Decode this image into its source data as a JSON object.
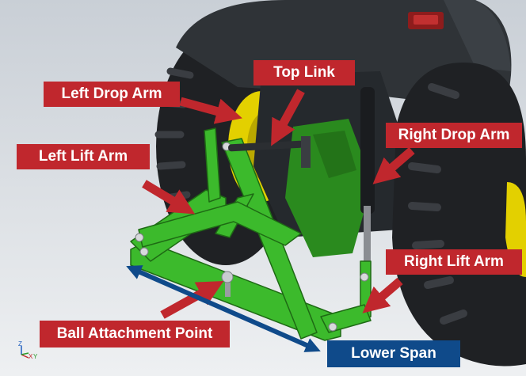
{
  "labels": {
    "top_link": "Top Link",
    "left_drop_arm": "Left Drop Arm",
    "right_drop_arm": "Right Drop Arm",
    "left_lift_arm": "Left Lift Arm",
    "right_lift_arm": "Right Lift Arm",
    "ball_attachment_point": "Ball Attachment Point",
    "lower_span": "Lower Span"
  },
  "axis_gizmo": {
    "z": "Z",
    "x": "X",
    "y": "Y"
  },
  "colors": {
    "label_red": "#c0272d",
    "label_blue": "#0f4a8a",
    "hitch_green": "#3cba2c",
    "tractor_body": "#2f3337",
    "tire": "#1f2124",
    "wheel_rim": "#e3d000",
    "background": "#d9dee3"
  }
}
